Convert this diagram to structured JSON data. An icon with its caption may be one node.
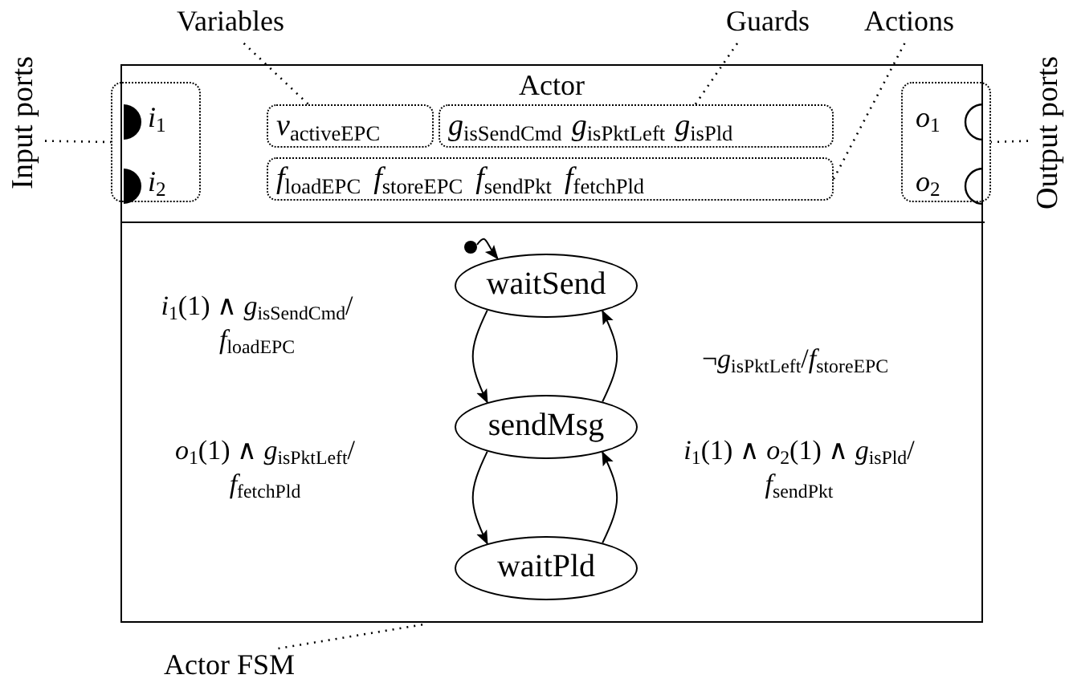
{
  "diagram": {
    "nodes": [
      {
        "text": [
          "Actor"
        ]
      },
      {
        "text": [
          "*i*$_{1}$",
          "*i*$_{2}$"
        ],
        "in": 0
      },
      {
        "text": [
          "*v*$_{activeEPC}$"
        ],
        "in": 0
      },
      {
        "text": [
          "*g*$_{isSendCmd}$",
          "*g*$_{isPktLeft}$",
          "*g*$_{isPld}$"
        ],
        "in": 0
      },
      {
        "text": [
          "*f*$_{loadEPC}$",
          "*f*$_{storeEPC}$",
          "*f*$_{sendPkt}$",
          "*f*$_{fetchPld}$"
        ],
        "in": 0
      },
      {
        "text": [
          "*o*$_{1}$",
          "*o*$_{2}$"
        ],
        "in": 0
      },
      {
        "text": [],
        "shape": "box",
        "in": 0
      },
      {
        "text": [],
        "shape": "circle",
        "in": 6
      },
      {
        "text": [
          "waitSend"
        ],
        "in": 6
      },
      {
        "text": [
          "sendMsg"
        ],
        "in": 6
      },
      {
        "text": [
          "waitPld"
        ],
        "in": 6
      },
      {
        "text": [
          "Input ports"
        ]
      },
      {
        "text": [
          "Variables"
        ]
      },
      {
        "text": [
          "Guards"
        ]
      },
      {
        "text": [
          "Actions"
        ]
      },
      {
        "text": [
          "Output ports"
        ]
      },
      {
        "text": [
          "Actor FSM"
        ]
      }
    ],
    "edges": [
      {
        "from": 7,
        "to": 8,
        "arrow": "to"
      },
      {
        "from": 8,
        "to": 9,
        "arrow": "to",
        "label": "*i*$_{1}$(1) ∧ *g*$_{isSendCmd}$/ *f*$_{loadEPC}$"
      },
      {
        "from": 9,
        "to": 8,
        "arrow": "to",
        "label": "¬*g*$_{isPktLeft}$/*f*$_{storeEPC}$"
      },
      {
        "from": 9,
        "to": 10,
        "arrow": "to",
        "label": "*o*$_{1}$(1) ∧ *g*$_{isPktLeft}$/ *f*$_{fetchPld}$"
      },
      {
        "from": 10,
        "to": 9,
        "arrow": "to",
        "label": "*i*$_{1}$(1) ∧ *o*$_{2}$(1) ∧ *g*$_{isPld}$/ *f*$_{sendPkt}$"
      },
      {
        "from": 11,
        "to": 1,
        "arrow": "none",
        "style": "dashed"
      },
      {
        "from": 12,
        "to": 2,
        "arrow": "none",
        "style": "dashed"
      },
      {
        "from": 13,
        "to": 3,
        "arrow": "none",
        "style": "dashed"
      },
      {
        "from": 14,
        "to": 4,
        "arrow": "none",
        "style": "dashed"
      },
      {
        "from": 15,
        "to": 5,
        "arrow": "none",
        "style": "dashed"
      },
      {
        "from": 16,
        "to": 6,
        "arrow": "none",
        "style": "dashed"
      }
    ]
  }
}
